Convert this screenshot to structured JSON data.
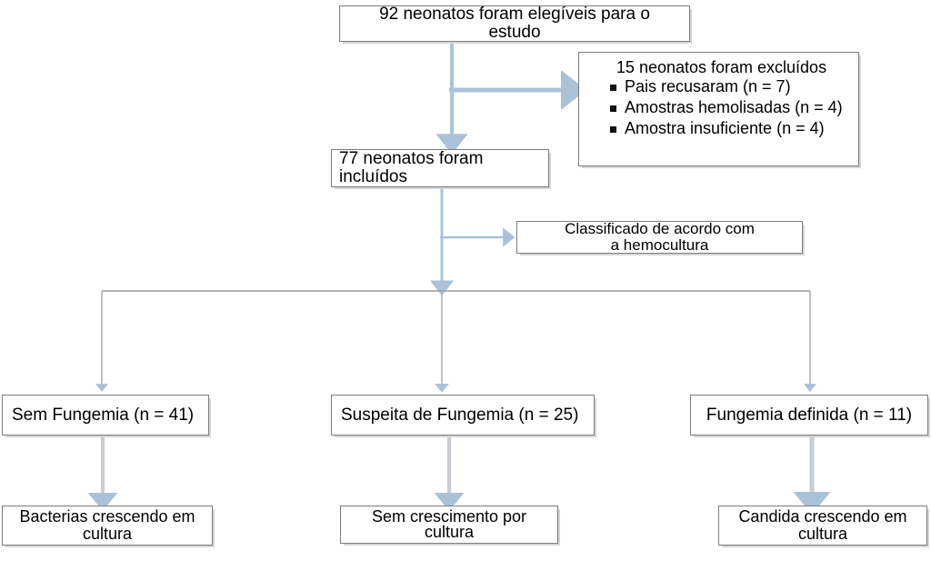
{
  "diagram": {
    "type": "flowchart",
    "title_text": "",
    "language": "pt-BR",
    "accent_color": "#aac4da",
    "box_border_color": "#7c7c7c",
    "background_color": "#ffffff",
    "nodes": {
      "eligible": {
        "label": "92 neonatos foram elegíveis para o estudo",
        "align": "center"
      },
      "excluded": {
        "title": "15 neonatos foram excluídos",
        "items": [
          "Pais recusaram (n = 7)",
          "Amostras hemolisadas (n = 4)",
          "Amostra insuficiente (n = 4)"
        ]
      },
      "included": {
        "label": "77 neonatos foram incluídos",
        "align": "left"
      },
      "classified": {
        "label": "Classificado de acordo com\na hemocultura",
        "align": "center"
      },
      "sem_fungemia": {
        "label": "Sem Fungemia (n = 41)",
        "align": "left"
      },
      "suspeita_fungemia": {
        "label": "Suspeita de Fungemia (n = 25)",
        "align": "left"
      },
      "fungemia_definida": {
        "label": "Fungemia definida (n = 11)",
        "align": "center"
      },
      "bacterias": {
        "label": "Bacterias crescendo em\ncultura",
        "align": "center"
      },
      "sem_crescimento": {
        "label": "Sem crescimento por\ncultura",
        "align": "center"
      },
      "candida": {
        "label": "Candida crescendo em\ncultura",
        "align": "center"
      }
    },
    "edges": [
      {
        "name": "eligible-to-included",
        "from": "eligible",
        "to": "included",
        "kind": "arrow-down"
      },
      {
        "name": "eligible-to-excluded",
        "from": "eligible",
        "to": "excluded",
        "kind": "arrow-right"
      },
      {
        "name": "included-to-classified",
        "from": "included",
        "to": "classified",
        "kind": "arrow-right"
      },
      {
        "name": "included-to-split",
        "from": "included",
        "to": "split-bus",
        "kind": "arrow-down"
      },
      {
        "name": "split-to-sem-fungemia",
        "from": "split-bus",
        "to": "sem_fungemia",
        "kind": "arrow-down"
      },
      {
        "name": "split-to-suspeita",
        "from": "split-bus",
        "to": "suspeita_fungemia",
        "kind": "arrow-down"
      },
      {
        "name": "split-to-definida",
        "from": "split-bus",
        "to": "fungemia_definida",
        "kind": "arrow-down"
      },
      {
        "name": "sem-fungemia-to-bacterias",
        "from": "sem_fungemia",
        "to": "bacterias",
        "kind": "arrow-down"
      },
      {
        "name": "suspeita-to-sem-crescimento",
        "from": "suspeita_fungemia",
        "to": "sem_crescimento",
        "kind": "arrow-down"
      },
      {
        "name": "definida-to-candida",
        "from": "fungemia_definida",
        "to": "candida",
        "kind": "arrow-down"
      }
    ]
  }
}
